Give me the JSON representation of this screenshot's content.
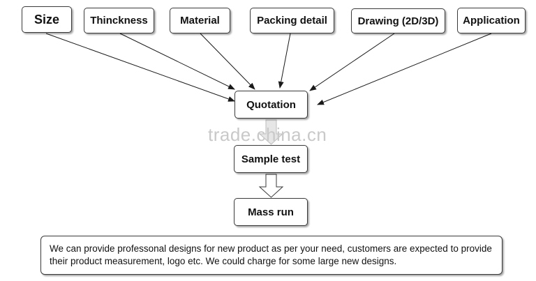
{
  "inputs": [
    {
      "label": "Size"
    },
    {
      "label": "Thinckness"
    },
    {
      "label": "Material"
    },
    {
      "label": "Packing detail"
    },
    {
      "label": "Drawing (2D/3D)"
    },
    {
      "label": "Application"
    }
  ],
  "process": {
    "quotation": "Quotation",
    "sample_test": "Sample test",
    "mass_run": "Mass run"
  },
  "watermark": "trade.china.cn",
  "note": "We can provide professonal designs for new product  as per your need, customers are expected to provide their product measurement, logo etc. We could charge for some large new designs."
}
